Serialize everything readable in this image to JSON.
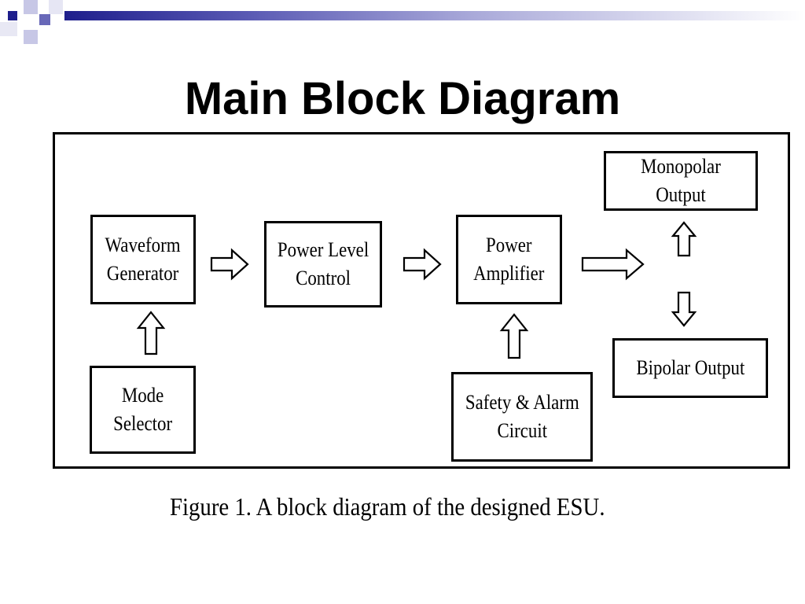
{
  "slide": {
    "title": "Main Block Diagram",
    "caption": "Figure 1. A block diagram of the designed ESU."
  },
  "diagram": {
    "blocks": {
      "waveform_generator": "Waveform\nGenerator",
      "power_level_control": "Power Level\nControl",
      "power_amplifier": "Power\nAmplifier",
      "monopolar_output": "Monopolar Output",
      "bipolar_output": "Bipolar Output",
      "mode_selector": "Mode\nSelector",
      "safety_alarm_circuit": "Safety & Alarm\nCircuit"
    },
    "connections": [
      {
        "from": "mode_selector",
        "to": "waveform_generator"
      },
      {
        "from": "waveform_generator",
        "to": "power_level_control"
      },
      {
        "from": "power_level_control",
        "to": "power_amplifier"
      },
      {
        "from": "power_amplifier",
        "to": "monopolar_output"
      },
      {
        "from": "power_amplifier",
        "to": "bipolar_output"
      },
      {
        "from": "safety_alarm_circuit",
        "to": "power_amplifier"
      }
    ]
  },
  "colors": {
    "accent_dark": "#1e1e8c",
    "accent_light": "#c7c7e6",
    "line": "#000000",
    "background": "#ffffff"
  }
}
